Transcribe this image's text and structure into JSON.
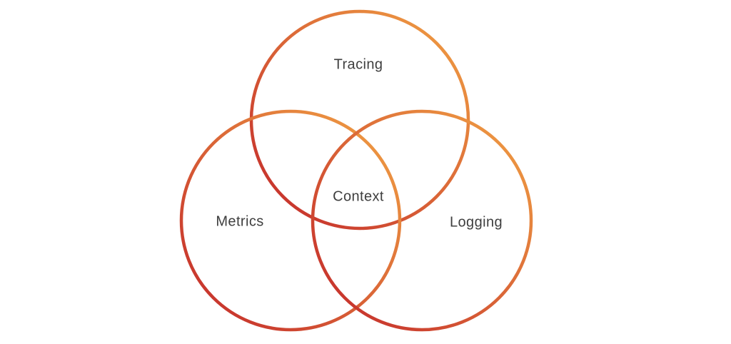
{
  "diagram": {
    "type": "venn",
    "background_color": "#ffffff",
    "text_color": "#3e3e3e",
    "stroke": {
      "width": 4.5,
      "gradient_from": "#F2A444",
      "gradient_to": "#C2262A",
      "gradient_direction": "top-right to bottom-left"
    },
    "circles": [
      {
        "id": "tracing",
        "label": "Tracing"
      },
      {
        "id": "metrics",
        "label": "Metrics"
      },
      {
        "id": "logging",
        "label": "Logging"
      }
    ],
    "intersection": {
      "label": "Context"
    }
  }
}
